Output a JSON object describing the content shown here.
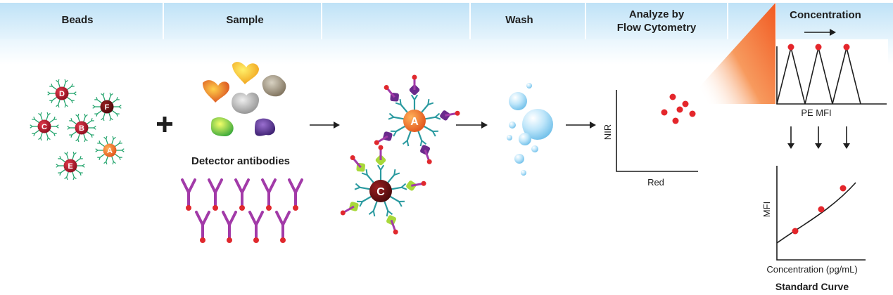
{
  "steps": [
    {
      "title_lines": [
        "Beads"
      ]
    },
    {
      "title_lines": [
        "Sample"
      ]
    },
    {
      "title_lines": [
        ""
      ]
    },
    {
      "title_lines": [
        "Wash"
      ]
    },
    {
      "title_lines": [
        "Analyze by",
        "Flow Cytometry"
      ]
    },
    {
      "title_lines": [
        ""
      ]
    },
    {
      "title_lines": [
        "Concentration"
      ]
    }
  ],
  "beads": {
    "labels": [
      "D",
      "F",
      "C",
      "B",
      "A",
      "E"
    ],
    "color_red": "#b5172c",
    "color_orange": "#f07a1e",
    "spoke_color": "#21a36b"
  },
  "sample": {
    "detector_label": "Detector antibodies",
    "antibody_color": "#a23aa8",
    "tip_color": "#e0282d"
  },
  "complexes": {
    "labels": [
      "A",
      "C"
    ],
    "arm_color": "#2a9aa0"
  },
  "flow_plot": {
    "y_label": "NIR",
    "x_label": "Red"
  },
  "histogram": {
    "x_label": "PE MFI"
  },
  "standard_curve": {
    "y_label": "MFI",
    "x_label": "Concentration (pg/mL)",
    "caption": "Standard Curve"
  },
  "colors": {
    "header_band": "#c8e6f8",
    "dot_red": "#e4262b",
    "bubble": "#8fd0f4",
    "funnel": "#f15a22"
  }
}
